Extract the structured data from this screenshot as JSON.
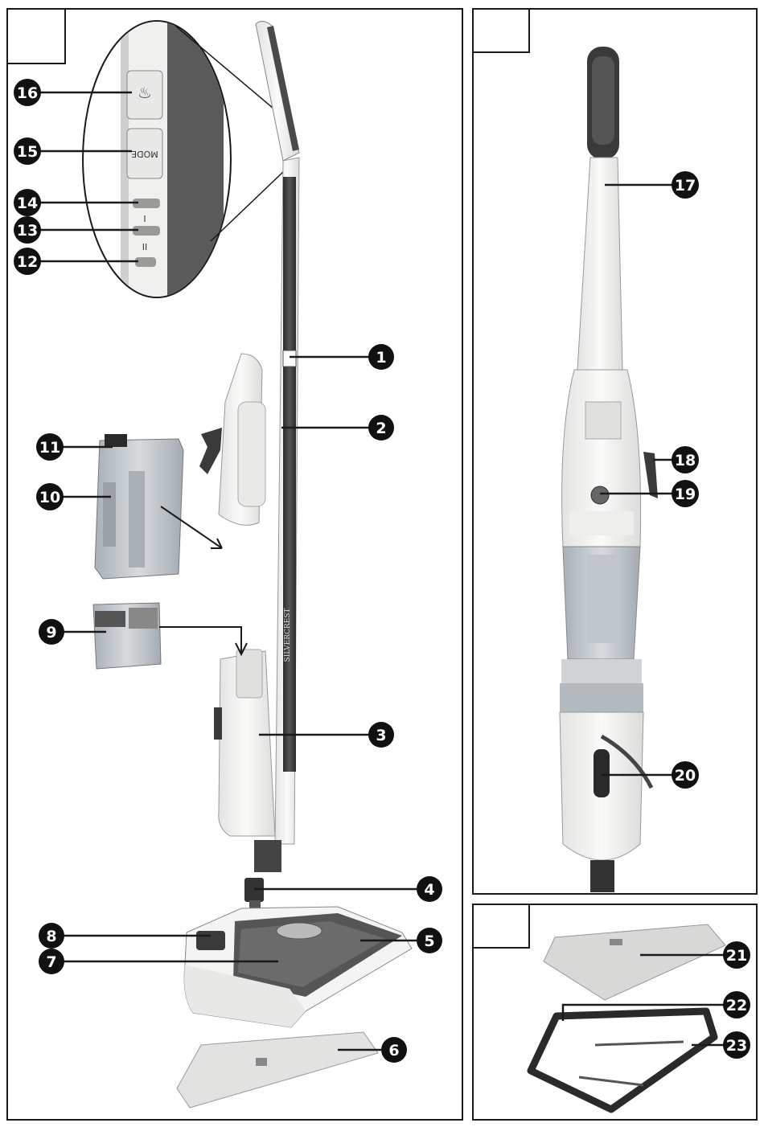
{
  "panel_main": {
    "callouts": [
      {
        "id": "c1",
        "n": "1"
      },
      {
        "id": "c2",
        "n": "2"
      },
      {
        "id": "c3",
        "n": "3"
      },
      {
        "id": "c4",
        "n": "4"
      },
      {
        "id": "c5",
        "n": "5"
      },
      {
        "id": "c6",
        "n": "6"
      },
      {
        "id": "c7",
        "n": "7"
      },
      {
        "id": "c8",
        "n": "8"
      },
      {
        "id": "c9",
        "n": "9"
      },
      {
        "id": "c10",
        "n": "10"
      },
      {
        "id": "c11",
        "n": "11"
      },
      {
        "id": "c12",
        "n": "12"
      },
      {
        "id": "c13",
        "n": "13"
      },
      {
        "id": "c14",
        "n": "14"
      },
      {
        "id": "c15",
        "n": "15"
      },
      {
        "id": "c16",
        "n": "16"
      }
    ],
    "zoom_labels": {
      "mode": "MODE",
      "level1": "I",
      "level2": "II"
    },
    "brand": "SILVERCREST"
  },
  "panel_back": {
    "callouts": [
      {
        "id": "c17",
        "n": "17"
      },
      {
        "id": "c18",
        "n": "18"
      },
      {
        "id": "c19",
        "n": "19"
      },
      {
        "id": "c20",
        "n": "20"
      }
    ]
  },
  "panel_accessories": {
    "callouts": [
      {
        "id": "c21",
        "n": "21"
      },
      {
        "id": "c22",
        "n": "22"
      },
      {
        "id": "c23",
        "n": "23"
      }
    ]
  },
  "colors": {
    "outline": "#1a1a1a",
    "body": "#f2f2f0",
    "dark": "#3c3c3c",
    "tank": "#c8cdd2",
    "callout_bg": "#111111"
  }
}
